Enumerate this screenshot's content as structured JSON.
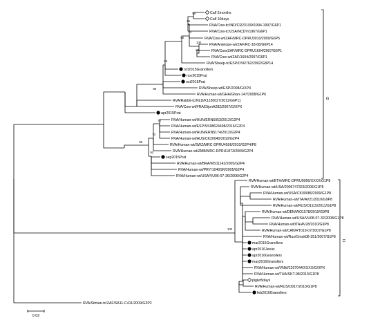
{
  "tree": {
    "leaves": [
      {
        "id": "l1",
        "label": "Calf 2months",
        "marker": "diamond"
      },
      {
        "id": "l2",
        "label": "Calf 10days",
        "marker": "diamond"
      },
      {
        "id": "l3",
        "label": "RVA/Cow-tc/IND/CR231/39/1994-1997/G6P1",
        "marker": "none"
      },
      {
        "id": "l4",
        "label": "RVA/Cow-tc/USA/NCDV/1967/G6P1",
        "marker": "none"
      },
      {
        "id": "l5",
        "label": "RVA/Cow-wt/ZAF/MRC-DPRU3010/2009/G6P5",
        "marker": "none"
      },
      {
        "id": "l6",
        "label": "RVA/Antelope-wt/ZAF/RC-18-08/G6P14",
        "marker": "none"
      },
      {
        "id": "l7",
        "label": "RVA/Cow/ZAF/MRC-DPRU1604/2007/G6P1",
        "marker": "none"
      },
      {
        "id": "l8",
        "label": "RVA/Cow-wt/ZAF/1604/2007/G6P1",
        "marker": "none"
      },
      {
        "id": "l9",
        "label": "RVA/Sheep-tc/ESP/OVR762/2002/G8P14",
        "marker": "none"
      },
      {
        "id": "l10",
        "label": "oct2015Granollers",
        "marker": "dot"
      },
      {
        "id": "l11",
        "label": "nov2015Prat",
        "marker": "dot"
      },
      {
        "id": "l12",
        "label": "oct2015Prat",
        "marker": "dot"
      },
      {
        "id": "l13",
        "label": "RVA/Sheep-wt/ESP/2008/G/XPX",
        "marker": "none"
      },
      {
        "id": "l14",
        "label": "RVA/Human-wt/GHA/Ghan-147/2008/G1P6",
        "marker": "none"
      },
      {
        "id": "l15",
        "label": "RVA/Rabbit-tc/NLD/K1130027/2011/G6P11",
        "marker": "none"
      },
      {
        "id": "l16",
        "label": "RVA/Cow-wt/FRA/DijonA282/2007/G/XPX",
        "marker": "none"
      },
      {
        "id": "l17",
        "label": "apr2015Prat",
        "marker": "dot"
      },
      {
        "id": "l18",
        "label": "RVA/Human-wt/HUN/ERN5053/2012/G2P4",
        "marker": "none"
      },
      {
        "id": "l19",
        "label": "RVA/Human-wt/ESP/SS98624498/2015/G2P4",
        "marker": "none"
      },
      {
        "id": "l20",
        "label": "RVA/Human-wt/HUN/ERN5174/2012/G2P4",
        "marker": "none"
      },
      {
        "id": "l21",
        "label": "RVA/Human-wt/AUS/CK20040/2010/G2P4",
        "marker": "none"
      },
      {
        "id": "l22",
        "label": "RVA/Human-wt/SWZ/MRC-DPRU4506/2010/G2P4/P8",
        "marker": "none"
      },
      {
        "id": "l23",
        "label": "RVA/Human-wt/ZMB/MRC-DPRU1873/2009/G2P4",
        "marker": "none"
      },
      {
        "id": "l24",
        "label": "sep2015Prat",
        "marker": "dot"
      },
      {
        "id": "l25",
        "label": "RVA/Human-wt/BRA/MS11142/2005/G2P4",
        "marker": "none"
      },
      {
        "id": "l26",
        "label": "RVA/Human-wt/PRY/1040SR/2005/G2P4",
        "marker": "none"
      },
      {
        "id": "l27",
        "label": "RVA/Human-wt/USA/VU06-07-36/2006/G2P4",
        "marker": "none"
      },
      {
        "id": "l28",
        "label": "RVA/Human-wt/ETH/MRC-DPRU9066/XXXX/G1P8",
        "marker": "none"
      },
      {
        "id": "l29",
        "label": "RVA/Human-wt/USA/2006747323/2006/G1P8",
        "marker": "none"
      },
      {
        "id": "l30",
        "label": "RVA/Human-wt/USA/CK00086/2009/G1P8",
        "marker": "none"
      },
      {
        "id": "l31",
        "label": "RVA/Human-wt/ITA/AV21/2010/G9P8",
        "marker": "none"
      },
      {
        "id": "l32",
        "label": "RVA/Human-wt/RUS/O1115/2011/G1P8",
        "marker": "none"
      },
      {
        "id": "l33",
        "label": "RVA/Human-wt/DEN/WO1578/2010/G9P8",
        "marker": "none"
      },
      {
        "id": "l34",
        "label": "RVA/Human-wt/USA/VU08-07-32/2008/G1P8",
        "marker": "none"
      },
      {
        "id": "l35",
        "label": "RVA/Human-wt/ITA/AV28/2010/G9P8",
        "marker": "none"
      },
      {
        "id": "l36",
        "label": "RVA/Human-wt/CAN/RT019-07/2007/G1P8",
        "marker": "none"
      },
      {
        "id": "l37",
        "label": "RVA/Human-wt/Rus/Omsk08-351/2007/G1P8",
        "marker": "none"
      },
      {
        "id": "l38",
        "label": "mar2016Granollers",
        "marker": "dot"
      },
      {
        "id": "l39",
        "label": "apr2016Jesús",
        "marker": "dot"
      },
      {
        "id": "l40",
        "label": "apr2016Granollers",
        "marker": "dot"
      },
      {
        "id": "l41",
        "label": "may2016Granollers",
        "marker": "dot"
      },
      {
        "id": "l42",
        "label": "RVA/Human-wt/VNM/1207044/XXXX/G/XPX",
        "marker": "none"
      },
      {
        "id": "l43",
        "label": "RVA/Human-wt/THA/SKT-98/2013/G1P8",
        "marker": "none"
      },
      {
        "id": "l44",
        "label": "piglet5days",
        "marker": "diamond"
      },
      {
        "id": "l45",
        "label": "RVA/Human-wt/RUS/O917/2010/G1P8",
        "marker": "none"
      },
      {
        "id": "l46",
        "label": "feb2016Granollers",
        "marker": "dot"
      },
      {
        "id": "l47",
        "label": "RVA/Simian-tc/ZAF/SA11-C411/2009/G3P2",
        "marker": "none"
      }
    ],
    "bootstrap": [
      {
        "node": "n1",
        "value": "99"
      },
      {
        "node": "n2",
        "value": "95"
      },
      {
        "node": "n3",
        "value": "100"
      },
      {
        "node": "n4",
        "value": "80"
      },
      {
        "node": "n5",
        "value": "73"
      },
      {
        "node": "n6",
        "value": "88"
      },
      {
        "node": "n7",
        "value": "99"
      },
      {
        "node": "n8",
        "value": "98"
      },
      {
        "node": "n9",
        "value": "72"
      },
      {
        "node": "n10",
        "value": "70"
      },
      {
        "node": "n11",
        "value": "92"
      },
      {
        "node": "n12",
        "value": "98"
      },
      {
        "node": "n13",
        "value": "100"
      }
    ],
    "clades": [
      {
        "id": "g2",
        "label": "I2"
      },
      {
        "id": "g1",
        "label": "I1"
      }
    ],
    "scale_bar": {
      "label": "0.02"
    }
  }
}
